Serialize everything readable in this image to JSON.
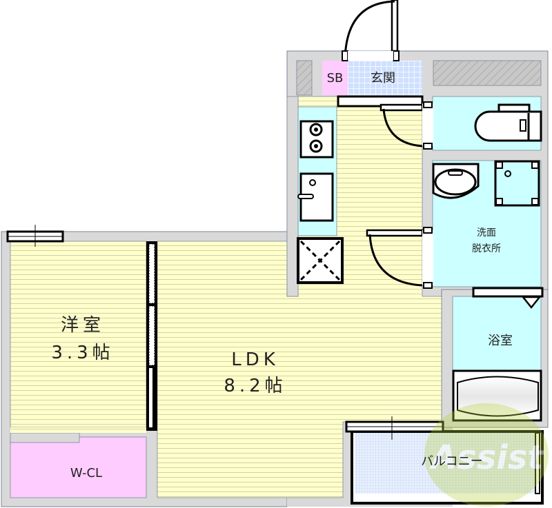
{
  "plan": {
    "colors": {
      "wall": "#d9d9d9",
      "wall_outline": "#7a8596",
      "flooring": "#ffffcc",
      "flooring_line": "#d8d6a8",
      "wet_area": "#ccffff",
      "closet": "#ffccff",
      "entry_tile": "#cce0ff",
      "balcony": "#e6f0ff",
      "hatch": "#c0c0c0"
    },
    "rooms": {
      "western_room": {
        "name": "洋室",
        "size": "3.3帖"
      },
      "ldk": {
        "name": "LDK",
        "size": "8.2帖"
      },
      "walk_in_closet": {
        "name": "W-CL"
      },
      "shoe_box": {
        "name": "SB"
      },
      "entrance": {
        "name": "玄関"
      },
      "washroom": {
        "name_line1": "洗面",
        "name_line2": "脱衣所"
      },
      "bathroom": {
        "name": "浴室"
      },
      "balcony": {
        "name": "バルコニー"
      }
    },
    "watermark": {
      "text": "Assist",
      "color": "#b5cf3c"
    }
  }
}
